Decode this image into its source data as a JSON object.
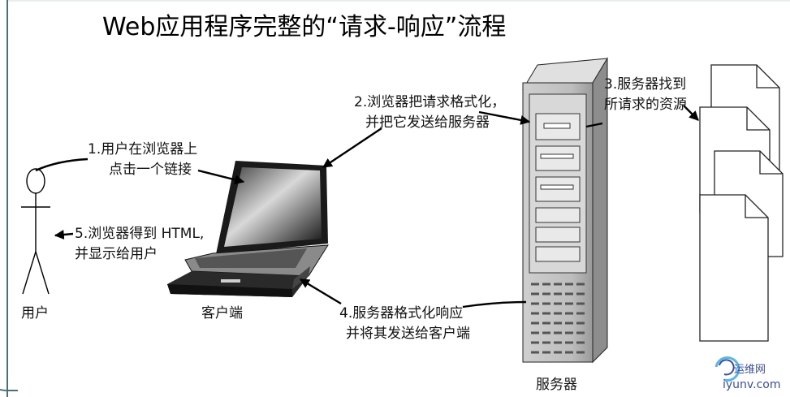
{
  "title": "Web应用程序完整的“请求-响应”流程",
  "actors": {
    "user": "用户",
    "client": "客户端",
    "server": "服务器"
  },
  "steps": [
    {
      "line1": "1.用户在浏览器上",
      "line2": "点击一个链接"
    },
    {
      "line1": "2.浏览器把请求格式化，",
      "line2": "并把它发送给服务器"
    },
    {
      "line1": "3.服务器找到",
      "line2": "所请求的资源"
    },
    {
      "line1": "4.服务器格式化响应",
      "line2": "并将其发送给客户端"
    },
    {
      "line1": "5.浏览器得到 HTML,",
      "line2": "并显示给用户"
    }
  ],
  "watermark": {
    "name": "运维网",
    "site": "iyunv.com"
  }
}
